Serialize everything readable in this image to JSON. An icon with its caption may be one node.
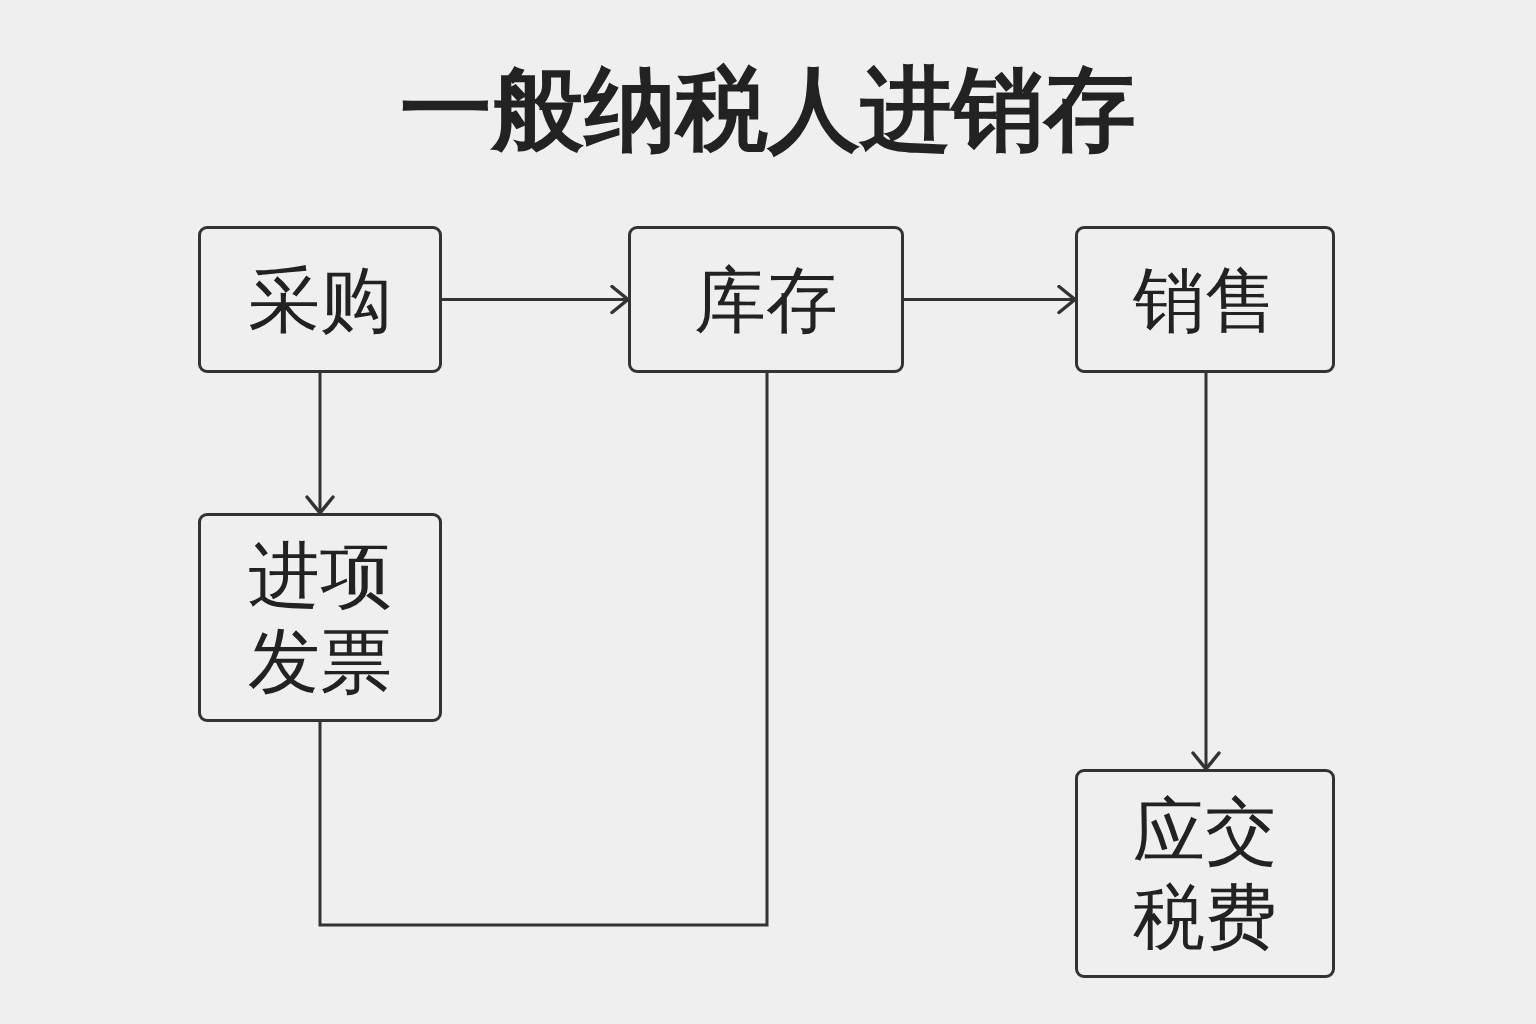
{
  "diagram": {
    "title": "一般纳税人进销存",
    "nodes": [
      {
        "text": [
          "采购"
        ]
      },
      {
        "text": [
          "库存"
        ]
      },
      {
        "text": [
          "销售"
        ]
      },
      {
        "text": [
          "进项发票"
        ]
      },
      {
        "text": [
          "应交税费"
        ]
      }
    ],
    "edges": [
      {
        "from": 0,
        "to": 1,
        "arrow": "to"
      },
      {
        "from": 1,
        "to": 2,
        "arrow": "to"
      },
      {
        "from": 0,
        "to": 3,
        "arrow": "to"
      },
      {
        "from": 3,
        "to": 1,
        "arrow": "none"
      },
      {
        "from": 2,
        "to": 4,
        "arrow": "to"
      }
    ]
  }
}
